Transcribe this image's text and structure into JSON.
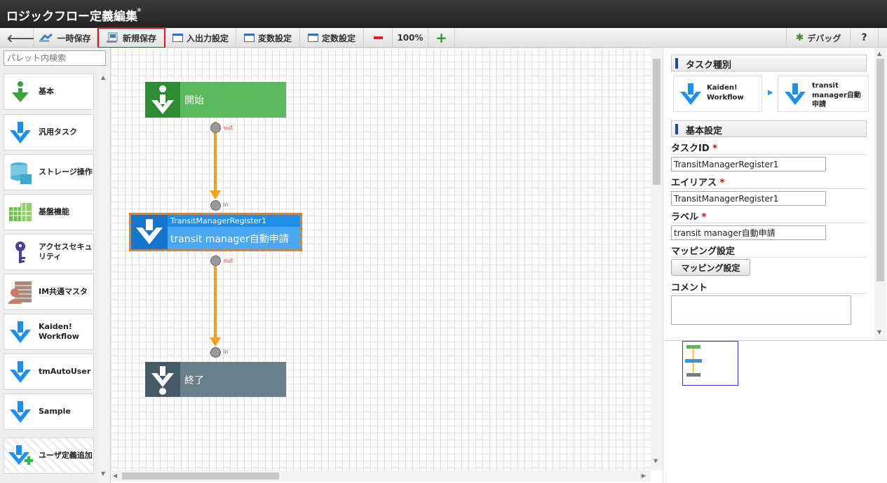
{
  "window": {
    "title": "ロジックフロー定義編集",
    "modified_marker": "*"
  },
  "toolbar": {
    "back_label": "",
    "temp_save": "一時保存",
    "new_save": "新規保存",
    "io_settings": "入出力設定",
    "var_settings": "変数設定",
    "const_settings": "定数設定",
    "zoom": "100%",
    "debug": "デバッグ",
    "help": "?"
  },
  "palette": {
    "search_placeholder": "パレット内検索",
    "items": [
      {
        "label": "基本",
        "icon": "start-icon"
      },
      {
        "label": "汎用タスク",
        "icon": "task-arrow-icon"
      },
      {
        "label": "ストレージ操作",
        "icon": "storage-icon"
      },
      {
        "label": "基盤機能",
        "icon": "grid-icon"
      },
      {
        "label": "アクセスセキュリティ",
        "icon": "key-icon"
      },
      {
        "label": "IM共通マスタ",
        "icon": "master-icon"
      },
      {
        "label": "Kaiden! Workflow",
        "icon": "task-arrow-icon"
      },
      {
        "label": "tmAutoUser",
        "icon": "task-arrow-icon"
      },
      {
        "label": "Sample",
        "icon": "task-arrow-icon"
      },
      {
        "label": "ユーザ定義追加",
        "icon": "add-user-task-icon"
      }
    ]
  },
  "flow": {
    "start": {
      "label": "開始",
      "out_port": "out"
    },
    "task": {
      "id": "TransitManagerRegister1",
      "label": "transit manager自動申請",
      "in_port": "in",
      "out_port": "out"
    },
    "end": {
      "label": "終了",
      "in_port": "in"
    }
  },
  "properties": {
    "task_type_header": "タスク種別",
    "task_type_parent": "Kaiden! Workflow",
    "task_type_child": "transit manager自動申請",
    "basic_header": "基本設定",
    "task_id_label": "タスクID",
    "task_id_value": "TransitManagerRegister1",
    "alias_label": "エイリアス",
    "alias_value": "TransitManagerRegister1",
    "label_label": "ラベル",
    "label_value": "transit manager自動申請",
    "mapping_label": "マッピング設定",
    "mapping_button": "マッピング設定",
    "comment_label": "コメント",
    "comment_value": "",
    "required_mark": "*"
  },
  "colors": {
    "start": "#5cb85c",
    "task": "#2b96f0",
    "end": "#6b7f8b",
    "connector": "#f4a21c",
    "selection": "#e87d1e"
  }
}
